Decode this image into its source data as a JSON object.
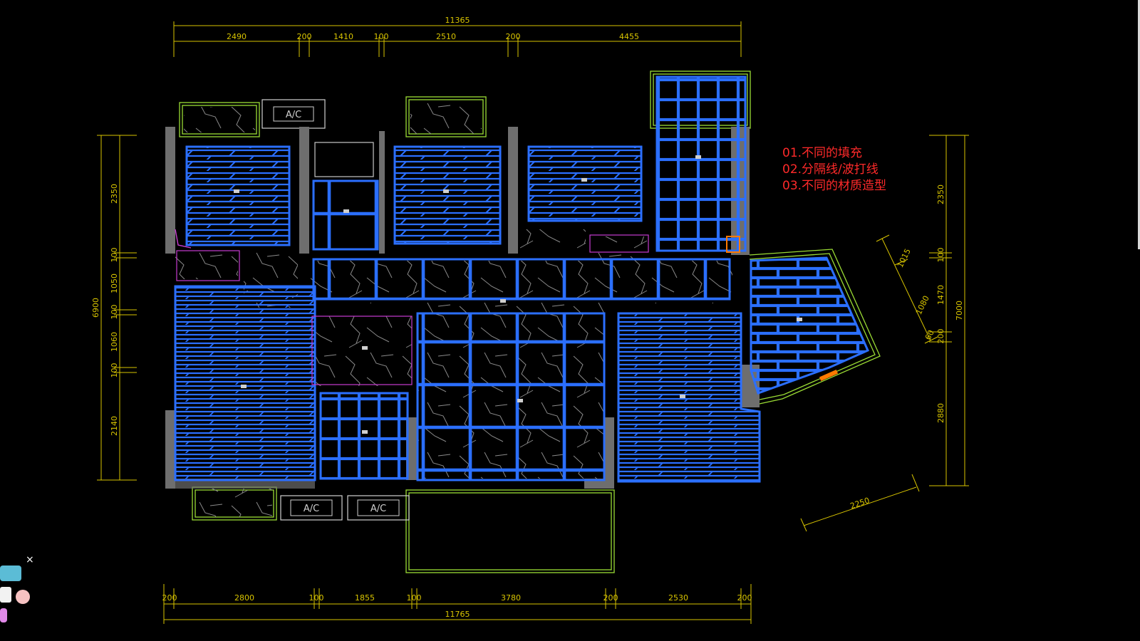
{
  "notes": [
    "01.不同的填充",
    "02.分隔线/波打线",
    "03.不同的材质造型"
  ],
  "dimensions": {
    "top_total": "11365",
    "top_segments": [
      "2490",
      "200",
      "1410",
      "100",
      "2510",
      "200",
      "4455"
    ],
    "bottom_total": "11765",
    "bottom_segments": [
      "200",
      "2800",
      "100",
      "1855",
      "100",
      "3780",
      "200",
      "2530",
      "200"
    ],
    "left_total": "6900",
    "left_segments": [
      "2350",
      "100",
      "1050",
      "100",
      "1060",
      "100",
      "2140"
    ],
    "right_total": "7000",
    "right_segments": [
      "2350",
      "100",
      "1470",
      "200",
      "2880"
    ],
    "diagonal_upper": [
      "1015",
      "1080",
      "60"
    ],
    "diagonal_bottom": "2250"
  },
  "ac_labels": [
    "A/C",
    "A/C",
    "A/C"
  ],
  "colors": {
    "background": "#000000",
    "tile_blue": "#2b6fff",
    "tile_glow": "#1a3fa8",
    "wall_gray": "#6e6e6e",
    "dimension_yellow": "#d8c400",
    "outline_green": "#9bdc34",
    "magenta": "#c63bd0",
    "note_red": "#ff2a2a",
    "marble_gray": "#8a8a8a"
  },
  "icons": [
    "close-icon",
    "logo-sticker"
  ]
}
